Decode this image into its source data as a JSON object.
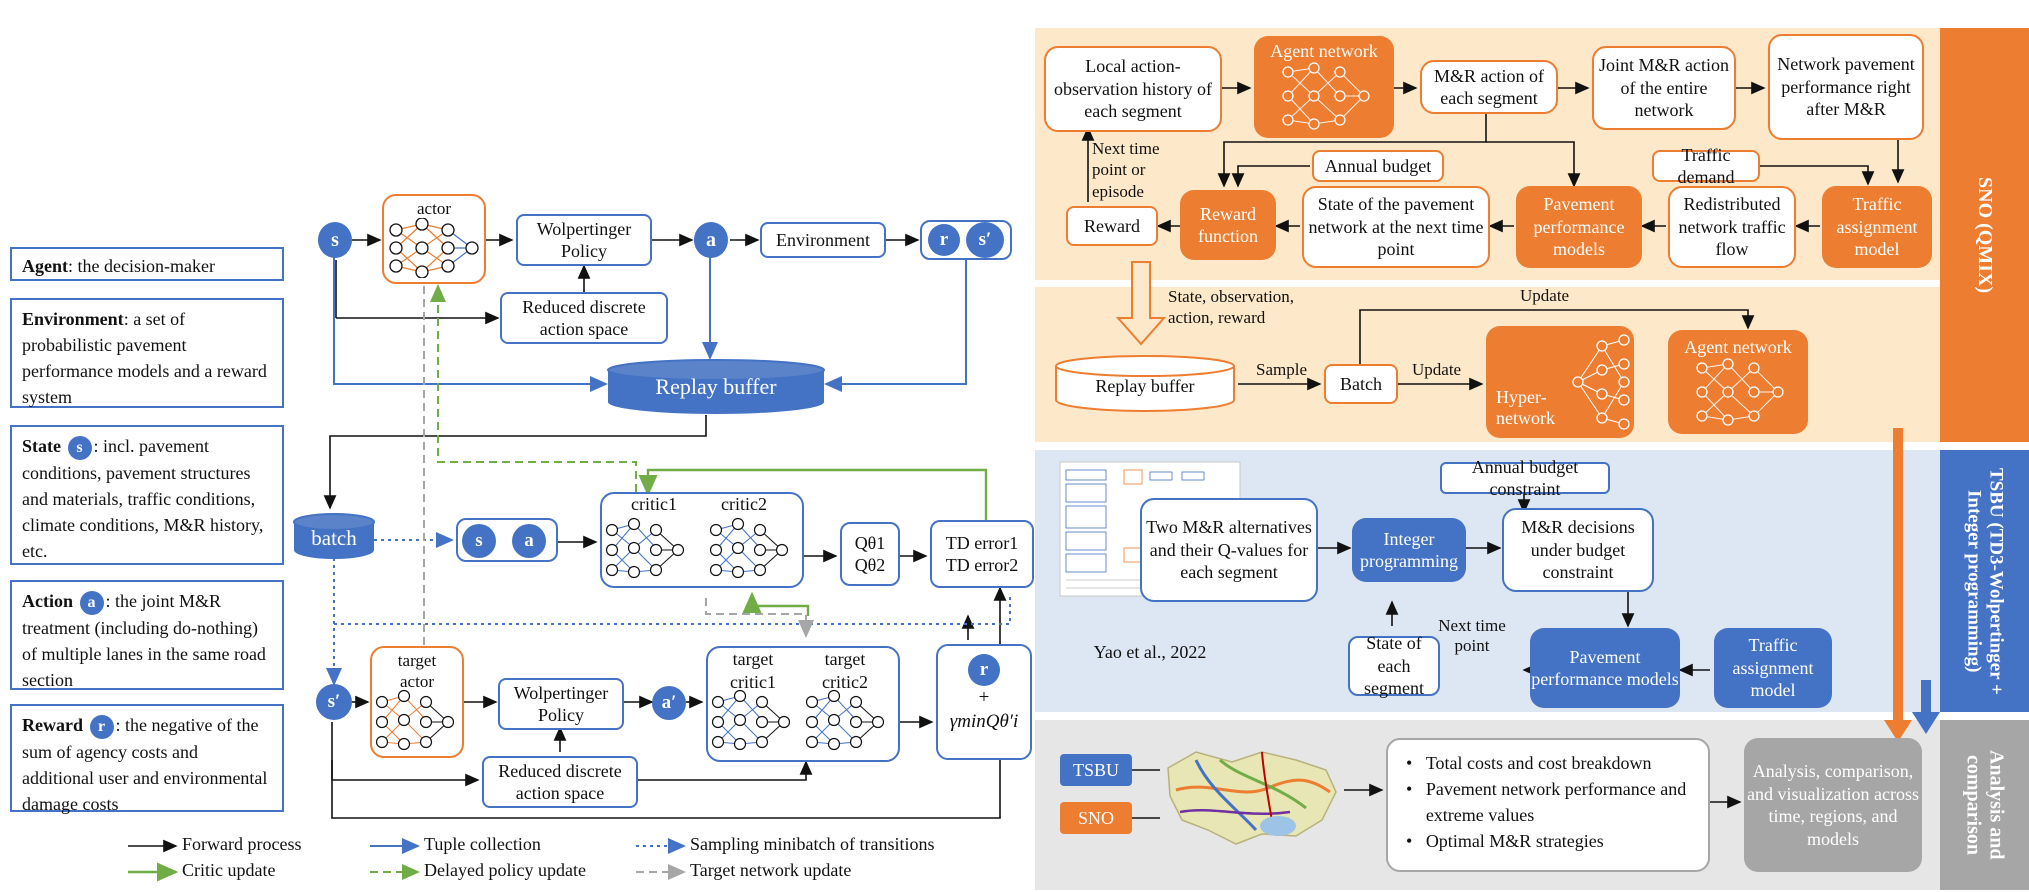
{
  "left": {
    "definitions": {
      "agent": {
        "term": "Agent",
        "text": ": the decision-maker"
      },
      "environment": {
        "term": "Environment",
        "text": ": a set of probabilistic pavement performance models and a reward system"
      },
      "state": {
        "term": "State",
        "symbol": "s",
        "text": ": incl. pavement conditions, pavement structures and materials, traffic conditions, climate conditions, M&R history, etc."
      },
      "action": {
        "term": "Action",
        "symbol": "a",
        "text": ": the joint M&R treatment (including do-nothing) of multiple lanes in the same road section"
      },
      "reward": {
        "term": "Reward",
        "symbol": "r",
        "text": ": the negative of the sum of agency costs and additional user and environmental damage costs"
      }
    },
    "nodes": {
      "s": "s",
      "actor": "actor",
      "wolpertinger": "Wolpertinger Policy",
      "a": "a",
      "environment": "Environment",
      "r": "r",
      "s_prime": "s′",
      "reduced_space": "Reduced discrete action space",
      "replay_buffer": "Replay buffer",
      "batch": "batch",
      "s2": "s",
      "a2": "a",
      "critic1": "critic1",
      "critic2": "critic2",
      "q1": "Qθ1",
      "q2": "Qθ2",
      "td1": "TD error1",
      "td2": "TD error2",
      "s_prime2": "s′",
      "target_actor": "target actor",
      "wolpertinger2": "Wolpertinger Policy",
      "a_prime": "a′",
      "target_critic1": "target critic1",
      "target_critic2": "target critic2",
      "reduced_space2": "Reduced discrete action space",
      "r2": "r",
      "plus": "+",
      "gamma": "γminQθ′i"
    },
    "legend": [
      {
        "label": "Forward process",
        "color": "#111111",
        "style": "solid"
      },
      {
        "label": "Tuple collection",
        "color": "#4472c4",
        "style": "solid"
      },
      {
        "label": "Sampling minibatch of transitions",
        "color": "#4472c4",
        "style": "dotted"
      },
      {
        "label": "Critic update",
        "color": "#70ad47",
        "style": "solid"
      },
      {
        "label": "Delayed policy update",
        "color": "#70ad47",
        "style": "dashed"
      },
      {
        "label": "Target network update",
        "color": "#a6a6a6",
        "style": "dashed"
      }
    ]
  },
  "sno": {
    "side_label": "SNO (QMIX)",
    "local_history": "Local action-observation history of each segment",
    "agent_network": "Agent network",
    "mr_action": "M&R action of each segment",
    "joint_mr": "Joint M&R action of the entire network",
    "network_perf": "Network pavement performance right after M&R",
    "annual_budget": "Annual budget",
    "traffic_demand": "Traffic demand",
    "next_time": "Next time point or episode",
    "reward": "Reward",
    "reward_function": "Reward function",
    "state_next": "State of the pavement network at the next time point",
    "pav_models": "Pavement performance models",
    "redistributed": "Redistributed network traffic flow",
    "traffic_assign": "Traffic assignment model",
    "state_obs": "State, observation, action, reward",
    "update_top": "Update",
    "replay_buffer": "Replay buffer",
    "sample": "Sample",
    "batch": "Batch",
    "update_mid": "Update",
    "hyper": "Hyper-network",
    "agent_network2": "Agent network"
  },
  "tsbu": {
    "side_label": "TSBU (TD3-Wolpertinger + Integer programming)",
    "thumb_caption": "Yao et al., 2022",
    "annual_budget_constraint": "Annual budget constraint",
    "two_alternatives": "Two M&R alternatives and their Q-values for each segment",
    "integer_programming": "Integer programming",
    "mr_decisions": "M&R decisions under budget constraint",
    "next_time": "Next time point",
    "state_each": "State of each segment",
    "pav_models": "Pavement performance models",
    "traffic_assign": "Traffic assignment model"
  },
  "analysis": {
    "side_label": "Analysis and comparison",
    "tsbu": "TSBU",
    "sno": "SNO",
    "bullets": [
      "Total costs and cost breakdown",
      "Pavement network performance and extreme values",
      "Optimal M&R strategies"
    ],
    "result": "Analysis, comparison, and visualization across time, regions, and models"
  },
  "colors": {
    "orange": "#ed7d31",
    "blue": "#4472c4",
    "green": "#70ad47",
    "grey": "#a6a6a6",
    "sno_bg": "#fde9c9",
    "tsbu_bg": "#dde6f3",
    "analysis_bg": "#e7e6e6"
  }
}
